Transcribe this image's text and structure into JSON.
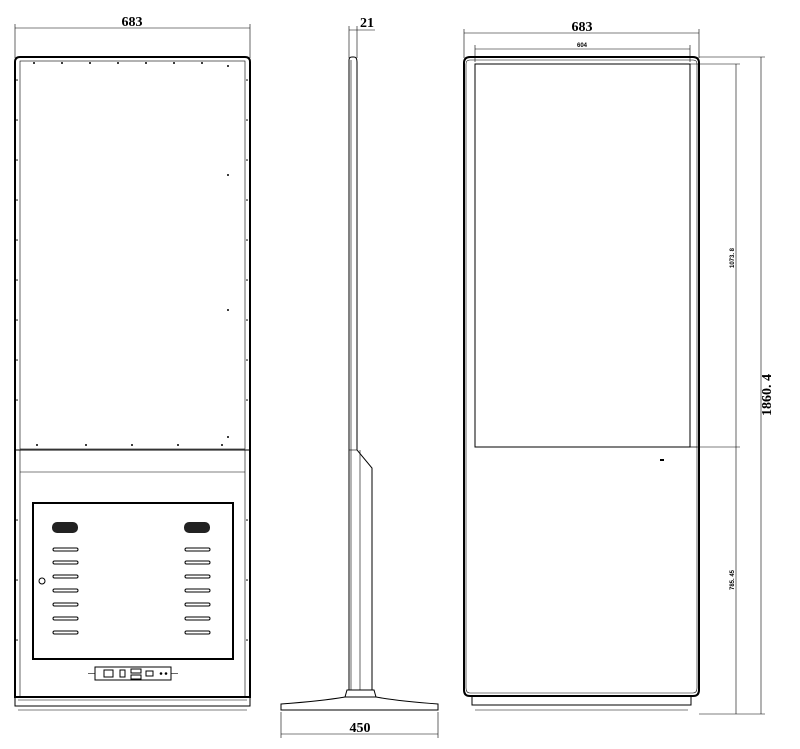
{
  "dimensions": {
    "front_width": "683",
    "side_depth": "21",
    "base_width": "450",
    "back_width": "683",
    "screen_width": "604",
    "total_height": "1860. 4",
    "screen_height": "1073. 8",
    "cabinet_height": "785. 45"
  }
}
